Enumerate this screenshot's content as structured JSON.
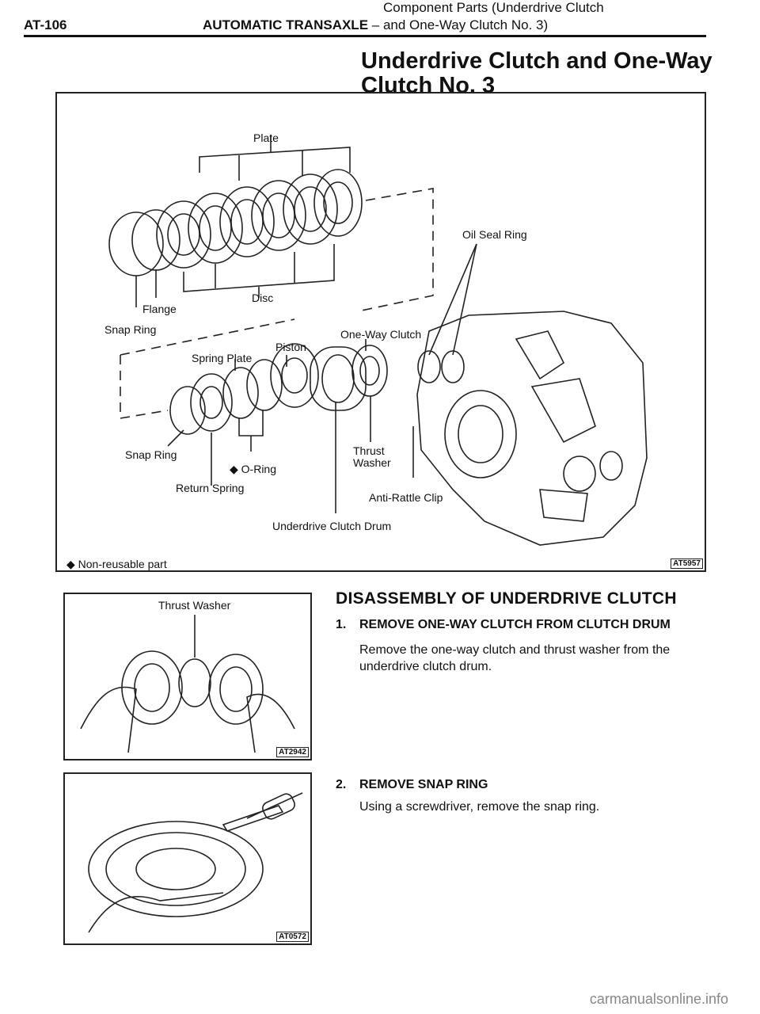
{
  "header": {
    "page_number": "AT-106",
    "manual_title": "AUTOMATIC TRANSAXLE",
    "title_separator": "–",
    "subtitle_line1": "Component Parts (Underdrive Clutch",
    "subtitle_line2": "and One-Way Clutch No. 3)"
  },
  "section_title_line1": "Underdrive Clutch and One-Way",
  "section_title_line2": "Clutch No. 3",
  "main_figure": {
    "labels": {
      "plate": "Plate",
      "oil_seal_ring": "Oil Seal Ring",
      "flange": "Flange",
      "disc": "Disc",
      "snap_ring_top": "Snap Ring",
      "one_way_clutch": "One-Way Clutch",
      "piston": "Piston",
      "spring_plate": "Spring Plate",
      "snap_ring_bottom": "Snap Ring",
      "o_ring": "◆ O-Ring",
      "thrust_washer_line1": "Thrust",
      "thrust_washer_line2": "Washer",
      "return_spring": "Return Spring",
      "anti_rattle_clip": "Anti-Rattle Clip",
      "underdrive_clutch_drum": "Underdrive Clutch Drum"
    },
    "legend": "◆ Non-reusable part",
    "code": "AT5957"
  },
  "figure_2": {
    "label": "Thrust Washer",
    "code": "AT2942"
  },
  "figure_3": {
    "code": "AT0572"
  },
  "disassembly": {
    "heading": "DISASSEMBLY OF UNDERDRIVE CLUTCH",
    "steps": [
      {
        "number": "1.",
        "title": "REMOVE ONE-WAY CLUTCH FROM CLUTCH DRUM",
        "desc_line1": "Remove the one-way clutch and thrust washer from the",
        "desc_line2": "underdrive clutch drum."
      },
      {
        "number": "2.",
        "title": "REMOVE SNAP RING",
        "desc_line1": "Using a screwdriver, remove the snap ring."
      }
    ]
  },
  "footer": "carmanualsonline.info"
}
